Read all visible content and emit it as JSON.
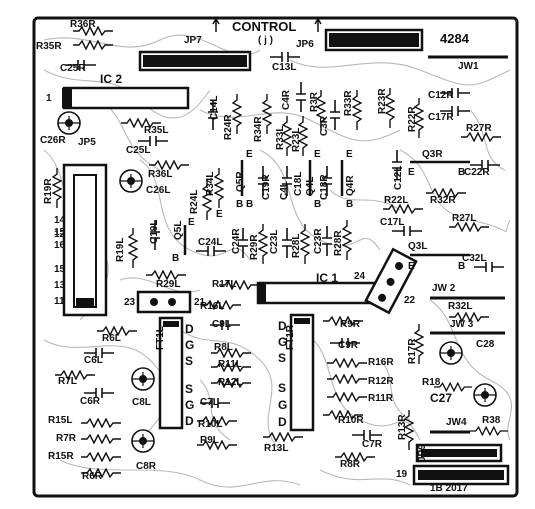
{
  "board": {
    "part_number": "4284",
    "control_label": "CONTROL",
    "control_sub": "( j )",
    "date_code": "1B 2017"
  },
  "labels": {
    "R36R": "R36R",
    "R35R": "R35R",
    "C25R": "C25R",
    "IC2": "IC 2",
    "JP7": "JP7",
    "JP6": "JP6",
    "C13L": "C13L",
    "JW1": "JW1",
    "pin1": "1",
    "C14L": "C14L",
    "R24R": "R24R",
    "R34R": "R34R",
    "C4R": "C4R",
    "R3R": "R3R",
    "R33R": "R33R",
    "R23R": "R23R",
    "R22R": "R22R",
    "C12R": "C12R",
    "C17R": "C17R",
    "R27R": "R27R",
    "C26R": "C26R",
    "R35L": "R35L",
    "JP5": "JP5",
    "C25L": "C25L",
    "R33L": "R33L",
    "C3R": "C3R",
    "R23L": "R23L",
    "R19R": "R19R",
    "R36L": "R36L",
    "R34L": "R34L",
    "C26L": "C26L",
    "C19R": "C19R",
    "C18R": "C18R",
    "Q4R": "Q4R",
    "Q3R": "Q3R",
    "C22R": "C22R",
    "C12L": "C12L",
    "Q5R": "Q5R",
    "Q4L": "Q4L",
    "R24L": "R24L",
    "C4L": "C4L",
    "C3L": "C3L",
    "C19L": "C19L",
    "C18L": "C18L",
    "R22L": "R22L",
    "R32R": "R32R",
    "C17L": "C17L",
    "R27L": "R27L",
    "n15": "15",
    "n14": "14",
    "n12": "12",
    "n16": "16",
    "n13": "13",
    "n11": "11",
    "R19L": "R19L",
    "C24L": "C24L",
    "Q5L": "Q5L",
    "C24R": "C24R",
    "R29R": "R29R",
    "R28L": "R28L",
    "C23R": "C23R",
    "R28R": "R28R",
    "C23L": "C23L",
    "Q3L": "Q3L",
    "C32L": "C32L",
    "R29L": "R29L",
    "R17L": "R17L",
    "IC1": "IC 1",
    "n24": "24",
    "n22": "22",
    "JW2": "JW 2",
    "R32L": "R32L",
    "n23": "23",
    "n21": "21",
    "R16L": "R16L",
    "C9L": "C9L",
    "R9R": "R9R",
    "C9R": "C9R",
    "R17R": "R17R",
    "JW3": "JW 3",
    "R6L": "R6L",
    "FT1L": "FT1L",
    "FT1R": "FT1R",
    "C6L": "C6L",
    "R8L": "R8L",
    "R11L": "R11L",
    "C28": "C28",
    "R7L": "R7L",
    "R12L": "R12L",
    "R16R": "R16R",
    "R12R": "R12R",
    "R11R": "R11R",
    "R18": "R18",
    "C27": "C27",
    "C6R": "C6R",
    "C8L": "C8L",
    "C7L": "C7L",
    "R15L": "R15L",
    "R10L": "R10L",
    "R10R": "R10R",
    "R13R": "R13R",
    "JW4": "JW4",
    "R38": "R38",
    "R7R": "R7R",
    "R9L": "R9L",
    "R13L": "R13L",
    "C7R": "C7R",
    "JP9": "JP9",
    "R15R": "R15R",
    "C8R": "C8R",
    "R8R": "R8R",
    "R6R": "R6R",
    "n19": "19",
    "D1": "D",
    "G1": "G",
    "S1": "S",
    "S2": "S",
    "G2": "G",
    "D2": "D",
    "D3": "D",
    "G3": "G",
    "S3": "S",
    "S4": "S",
    "G4": "G",
    "D4": "D",
    "E1": "E",
    "B1": "B",
    "E2": "E",
    "B2": "B",
    "E3": "E",
    "B3": "B",
    "E4": "E",
    "B4": "B",
    "E5": "E",
    "B5": "B",
    "E6": "E",
    "B6": "B",
    "E7": "E",
    "B7": "B"
  }
}
